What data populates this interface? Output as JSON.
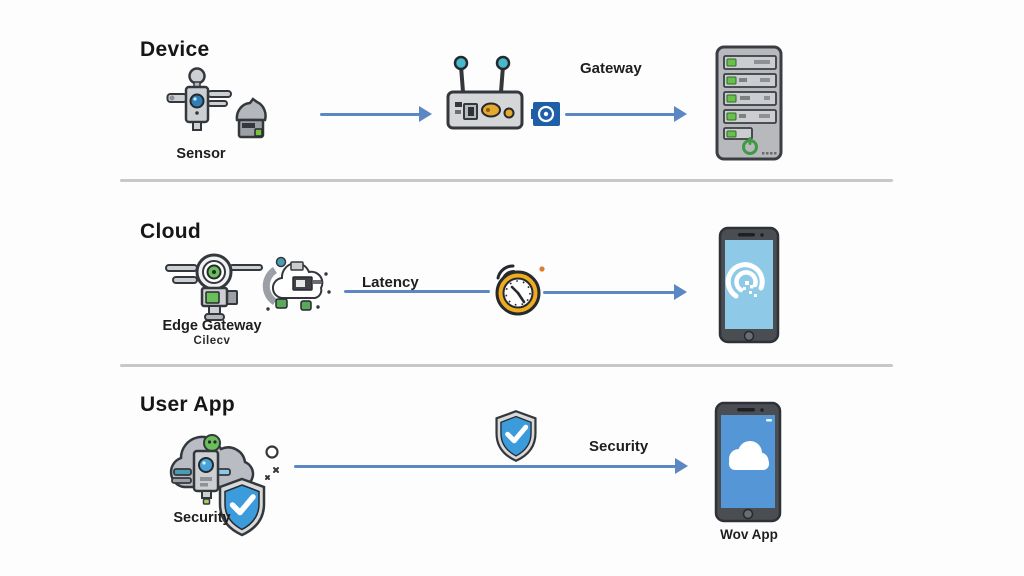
{
  "diagram": {
    "title_context": "IoT architecture illustration",
    "rows": [
      {
        "heading": "Device",
        "node_label": "Sensor",
        "arrow_label": "Gateway",
        "icons": [
          "sensor-robot-icon",
          "sensor-module-icon",
          "router-icon",
          "timer-badge-icon",
          "server-rack-icon"
        ]
      },
      {
        "heading": "Cloud",
        "node_label": "Edge Gateway",
        "node_sublabel": "Cilecv",
        "arrow_label": "Latency",
        "icons": [
          "edge-gateway-icon",
          "circuit-cloud-icon",
          "alarm-clock-icon",
          "phone-wireless-icon"
        ]
      },
      {
        "heading": "User App",
        "node_label": "Security",
        "arrow_label": "Security",
        "device_label": "Wov App",
        "icons": [
          "cloud-device-icon",
          "check-shield-icon",
          "sparkle-icon",
          "phone-cloud-icon"
        ]
      }
    ],
    "colors": {
      "arrow_blue": "#5b87c5",
      "divider_gray": "#c8c8c8",
      "shield_blue": "#3b9bdb",
      "screen_light_blue": "#8ec9e8",
      "screen_blue": "#5596d6",
      "clock_gold": "#eead1f",
      "led_green": "#6abf4b",
      "antenna_teal": "#49b8cc",
      "body_gray": "#cdd0d3"
    }
  }
}
